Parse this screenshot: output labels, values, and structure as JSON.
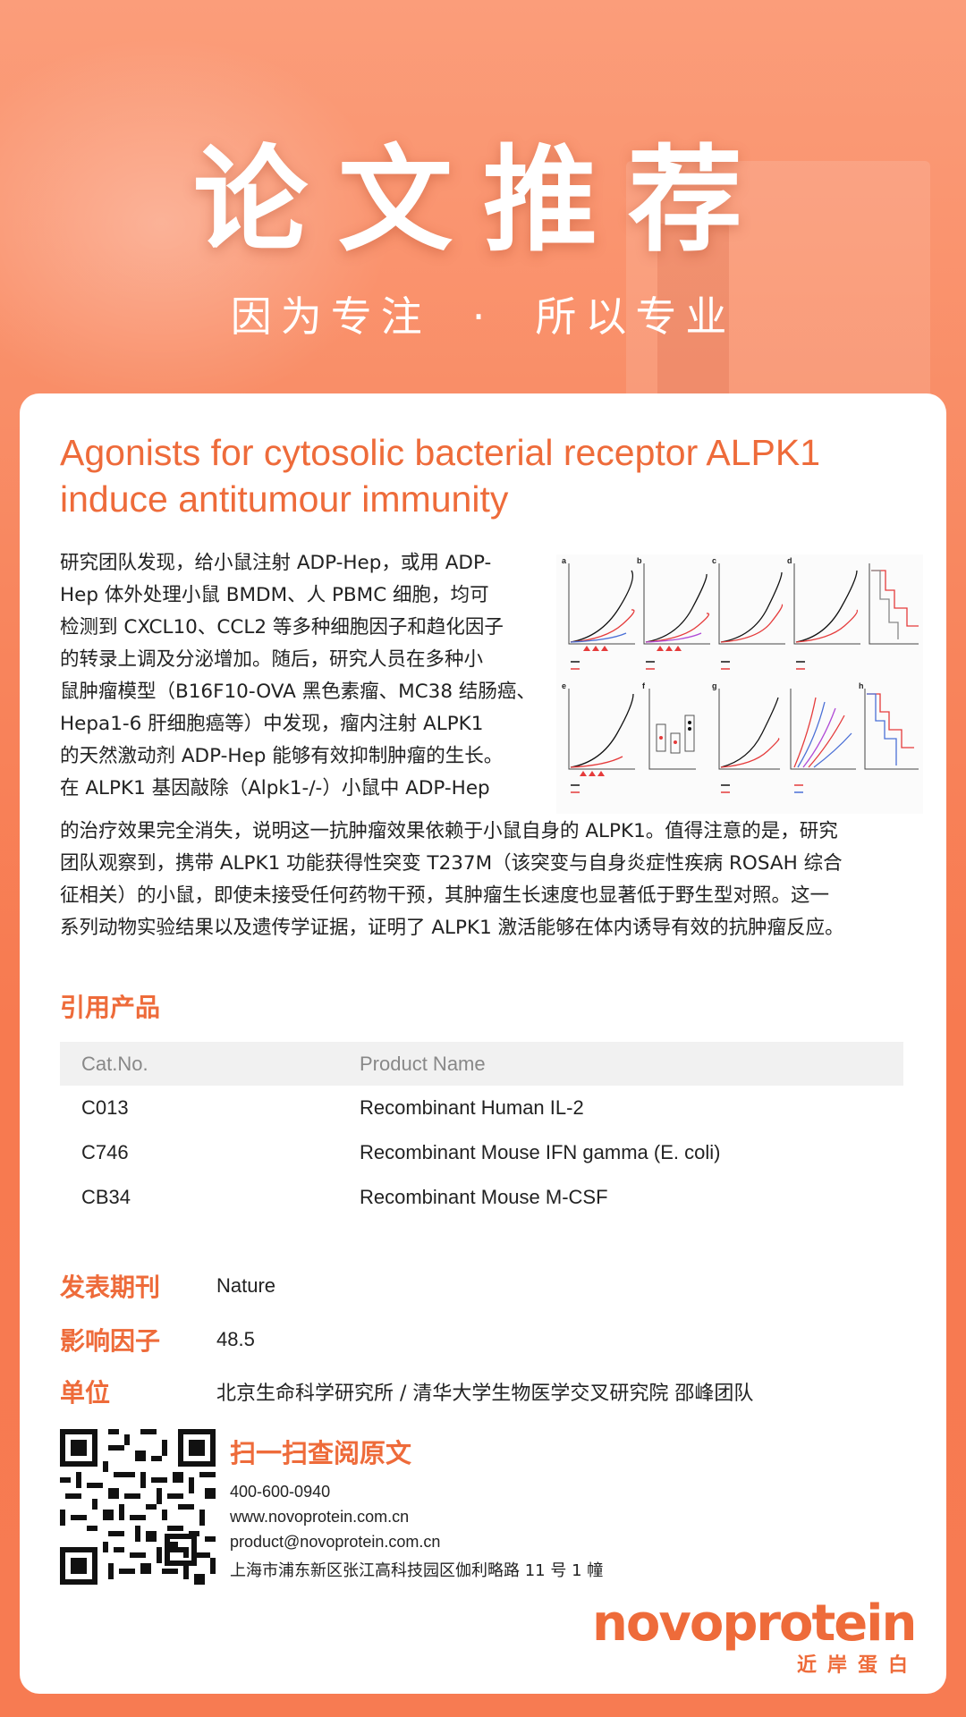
{
  "hero": {
    "title": "论文推荐",
    "sub_left": "因为专注",
    "sub_dot": "·",
    "sub_right": "所以专业"
  },
  "paper": {
    "title": "Agonists for cytosolic bacterial receptor ALPK1 induce antitumour immunity",
    "lines_top": [
      "研究团队发现，给小鼠注射 ADP-Hep，或用 ADP-",
      "Hep 体外处理小鼠 BMDM、人 PBMC 细胞，均可",
      "检测到 CXCL10、CCL2 等多种细胞因子和趋化因子",
      "的转录上调及分泌增加。随后，研究人员在多种小",
      "鼠肿瘤模型（B16F10-OVA 黑色素瘤、MC38 结肠癌、",
      "Hepa1-6 肝细胞癌等）中发现，瘤内注射 ALPK1",
      "的天然激动剂 ADP-Hep 能够有效抑制肿瘤的生长。",
      "在 ALPK1 基因敲除（Alpk1-/-）小鼠中 ADP-Hep"
    ],
    "lines_bottom": [
      "的治疗效果完全消失，说明这一抗肿瘤效果依赖于小鼠自身的 ALPK1。值得注意的是，研究",
      "团队观察到，携带 ALPK1 功能获得性突变 T237M（该突变与自身炎症性疾病 ROSAH 综合",
      "征相关）的小鼠，即使未接受任何药物干预，其肿瘤生长速度也显著低于野生型对照。这一",
      "系列动物实验结果以及遗传学证据，证明了 ALPK1 激活能够在体内诱导有效的抗肿瘤反应。"
    ],
    "figure_panels": [
      "a",
      "b",
      "c",
      "d",
      "e",
      "f",
      "g",
      "h"
    ]
  },
  "cited": {
    "heading": "引用产品",
    "columns": [
      "Cat.No.",
      "Product Name"
    ],
    "rows": [
      {
        "cat": "C013",
        "name": "Recombinant Human IL-2"
      },
      {
        "cat": "C746",
        "name": "Recombinant Mouse IFN gamma (E. coli)"
      },
      {
        "cat": "CB34",
        "name": "Recombinant Mouse M-CSF"
      }
    ]
  },
  "meta": {
    "journal_label": "发表期刊",
    "journal": "Nature",
    "if_label": "影响因子",
    "if_value": "48.5",
    "unit_label": "单位",
    "unit": "北京生命科学研究所 / 清华大学生物医学交叉研究院 邵峰团队"
  },
  "contact": {
    "scan_title": "扫一扫查阅原文",
    "phone": "400-600-0940",
    "website": "www.novoprotein.com.cn",
    "email": "product@novoprotein.com.cn",
    "address": "上海市浦东新区张江高科技园区伽利略路 11 号 1 幢"
  },
  "logo": {
    "text": "novoprotein",
    "cn": "近岸蛋白"
  },
  "colors": {
    "accent": "#ee6b3a",
    "background": "#f77a50",
    "card": "#ffffff"
  }
}
